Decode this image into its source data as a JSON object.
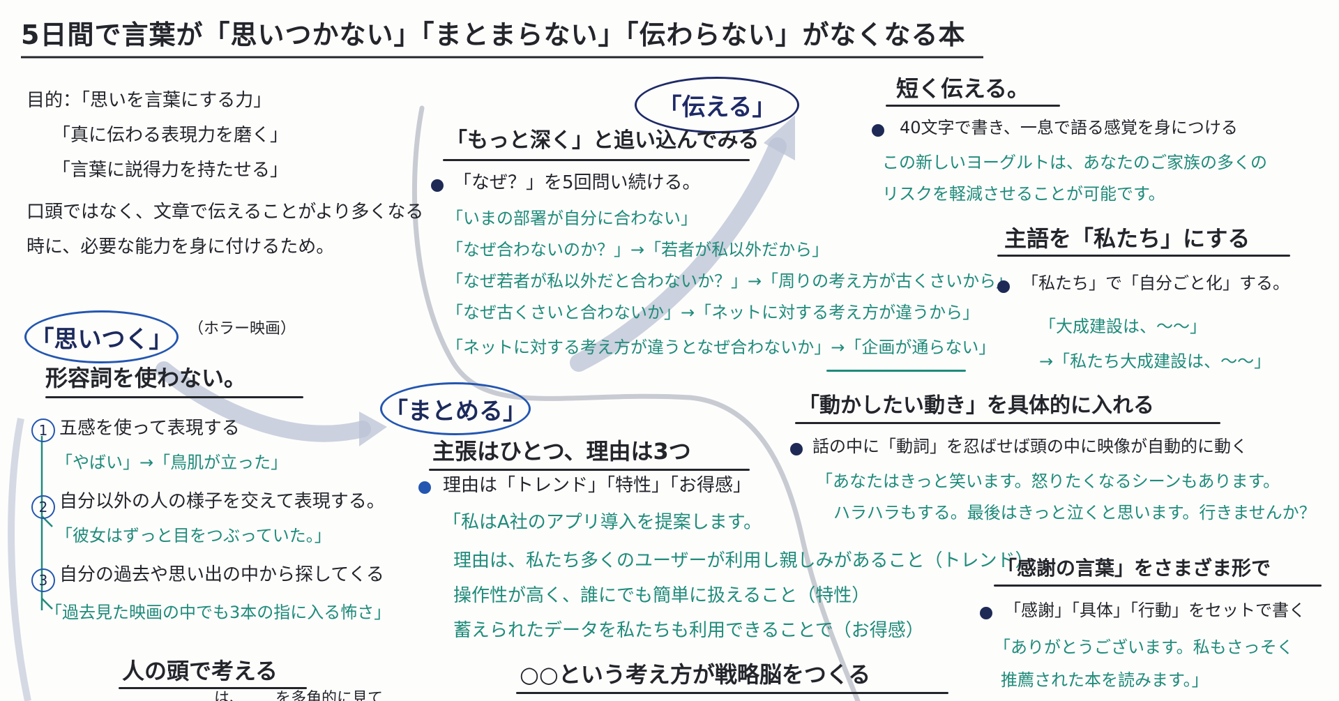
{
  "title": "5日間で言葉が「思いつかない」「まとまらない」「伝わらない」がなくなる本",
  "purpose": {
    "label": "目的：「思いを言葉にする力」",
    "line2": "「真に伝わる表現力を磨く」",
    "line3": "「言葉に説得力を持たせる」",
    "para1": "口頭ではなく、文章で伝えることがより多くなる",
    "para2": "時に、必要な能力を身に付けるため。"
  },
  "omoitsuku": {
    "bubble": "「思いつく」",
    "aside": "（ホラー映画）",
    "heading": "形容詞を使わない。",
    "items": [
      {
        "num": "1",
        "text": "五感を使って表現する",
        "example": "「やばい」→「鳥肌が立った」"
      },
      {
        "num": "2",
        "text": "自分以外の人の様子を交えて表現する。",
        "example": "「彼女はずっと目をつぶっていた。」"
      },
      {
        "num": "3",
        "text": "自分の過去や思い出の中から探してくる",
        "example": "「過去見た映画の中でも3本の指に入る怖さ」"
      }
    ],
    "heading2": "人の頭で考える",
    "partial": "…は、……を多角的に見て"
  },
  "tsutaeru": {
    "bubble": "「伝える」",
    "heading": "「もっと深く」と追い込んでみる",
    "lead": "「なぜ？」を5回問い続ける。",
    "chain": [
      "「いまの部署が自分に合わない」",
      "「なぜ合わないのか？」→「若者が私以外だから」",
      "「なぜ若者が私以外だと合わないか？」→「周りの考え方が古くさいから」",
      "「なぜ古くさいと合わないか」→「ネットに対する考え方が違うから」",
      "「ネットに対する考え方が違うとなぜ合わないか」→「企画が通らない」"
    ]
  },
  "matomeru": {
    "bubble": "「まとめる」",
    "heading": "主張はひとつ、理由は3つ",
    "lead": "理由は「トレンド」「特性」「お得感」",
    "lines": [
      "「私はA社のアプリ導入を提案します。",
      "理由は、私たち多くのユーザーが利用し親しみがあること（トレンド）",
      "操作性が高く、誰にでも簡単に扱えること（特性）",
      "蓄えられたデータを私たちも利用できることで（お得感）"
    ],
    "bottom": "○○という考え方が戦略脳をつくる"
  },
  "right": {
    "short": {
      "heading": "短く伝える。",
      "lead": "40文字で書き、一息で語る感覚を身につける",
      "ex1": "この新しいヨーグルトは、あなたのご家族の多くの",
      "ex2": "リスクを軽減させることが可能です。"
    },
    "subject": {
      "heading": "主語を「私たち」にする",
      "lead": "「私たち」で「自分ごと化」する。",
      "ex1": "「大成建設は、〜〜」",
      "ex2": "→「私たち大成建設は、〜〜」"
    },
    "verb": {
      "heading": "「動かしたい動き」を具体的に入れる",
      "lead": "話の中に「動詞」を忍ばせば頭の中に映像が自動的に動く",
      "ex1": "「あなたはきっと笑います。怒りたくなるシーンもあります。",
      "ex2": "ハラハラもする。最後はきっと泣くと思います。行きませんか？"
    },
    "thanks": {
      "heading": "「感謝の言葉」をさまざま形で",
      "lead": "「感謝」「具体」「行動」をセットで書く",
      "ex1": "「ありがとうございます。私もさっそく",
      "ex2": "推薦された本を読みます。」"
    }
  },
  "colors": {
    "ink": "#23252b",
    "teal": "#1f8b7a",
    "navy": "#1e2a66",
    "blue": "#2356b0",
    "flow": "#b9c2d4"
  }
}
